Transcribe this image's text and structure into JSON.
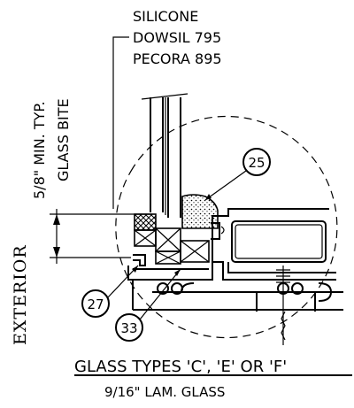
{
  "sealant_note": {
    "line1": "SILICONE",
    "line2": "DOWSIL 795",
    "line3": "PECORA 895"
  },
  "dimension": {
    "label1": "5/8\" MIN. TYP.",
    "label2": "GLASS BITE"
  },
  "side_label": "EXTERIOR",
  "callouts": {
    "tag_25": "25",
    "tag_27": "27",
    "tag_33": "33"
  },
  "title": "GLASS TYPES 'C', 'E' OR 'F'",
  "subtitle": "9/16\" LAM. GLASS"
}
